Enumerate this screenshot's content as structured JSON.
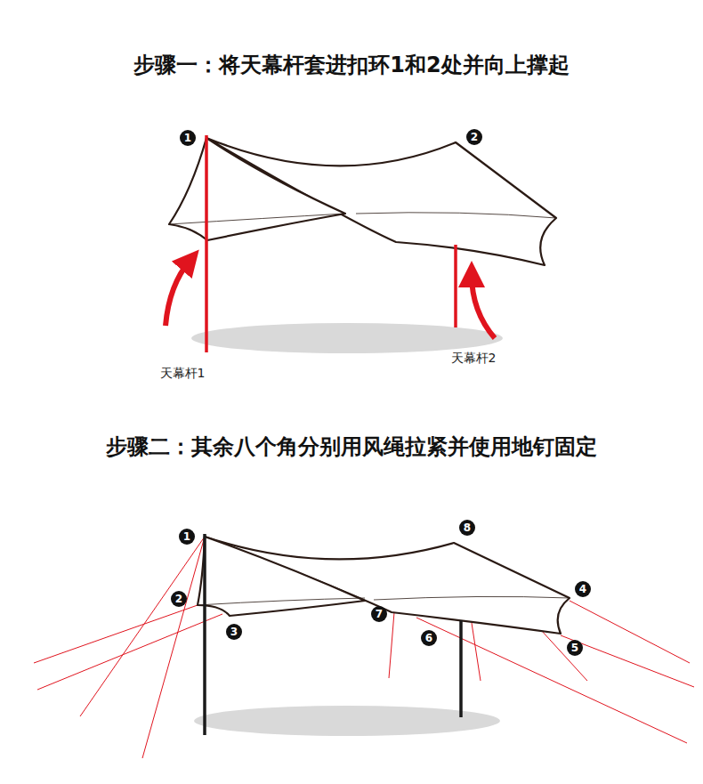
{
  "diagram": {
    "title": "步骤一：将天幕杆套进扣环1和2处并向上撑起",
    "labels": [
      "1",
      "2",
      "天幕杆1",
      "天幕杆2",
      "步骤二：其余八个角分别用风绳拉紧并使用地钉固定",
      "1",
      "8",
      "2",
      "7",
      "4",
      "3",
      "6",
      "5"
    ]
  }
}
